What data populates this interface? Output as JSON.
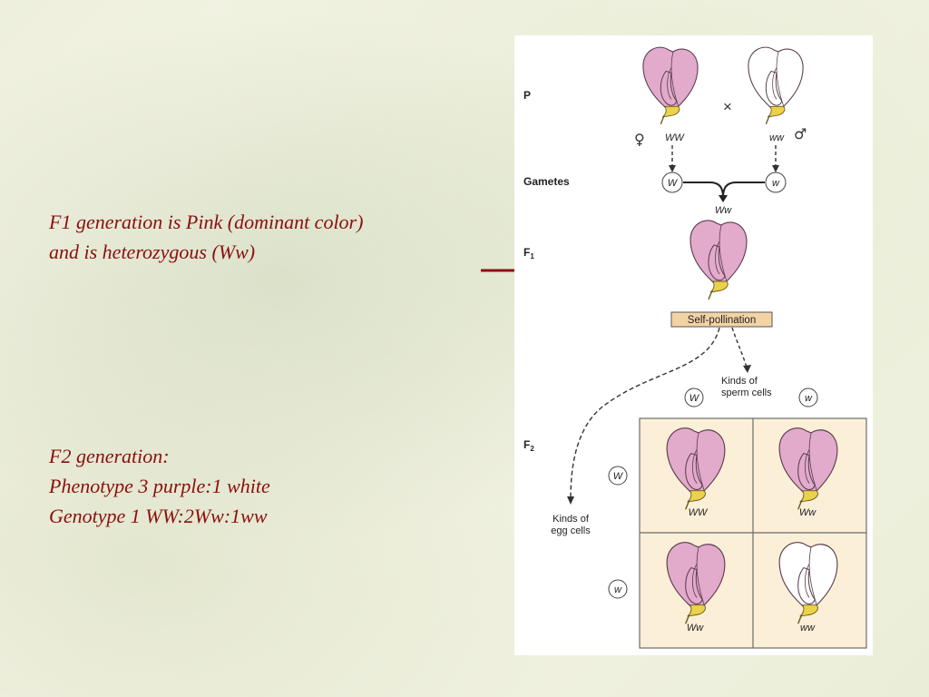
{
  "f1_text": {
    "line1": "F1 generation is Pink (dominant color)",
    "line2": "and is heterozygous (Ww)"
  },
  "f2_text": {
    "line1": "F2 generation:",
    "line2": "Phenotype 3 purple:1 white",
    "line3": "Genotype 1 WW:2Ww:1ww"
  },
  "figure": {
    "labels": {
      "p": "P",
      "gametes": "Gametes",
      "f1": "F",
      "f1_sub": "1",
      "f2": "F",
      "f2_sub": "2"
    },
    "cross_symbol": "×",
    "female_symbol": "♀",
    "male_symbol": "♂",
    "parent_left_genotype": "WW",
    "parent_right_genotype": "ww",
    "gamete_left": "W",
    "gamete_right": "w",
    "f1_genotype": "Ww",
    "self_pollination": "Self-pollination",
    "sperm_label_line1": "Kinds of",
    "sperm_label_line2": "sperm cells",
    "sperm_W": "W",
    "sperm_w": "w",
    "egg_label_line1": "Kinds of",
    "egg_label_line2": "egg cells",
    "egg_W": "W",
    "egg_w": "w",
    "punnett": [
      "WW",
      "Ww",
      "Ww",
      "ww"
    ]
  },
  "colors": {
    "text_red": "#8b0f0f",
    "arrow_red": "#8b1010",
    "flower_pink": "#e2aacb",
    "flower_white": "#ffffff",
    "punnett_bg": "#fbefd7"
  }
}
